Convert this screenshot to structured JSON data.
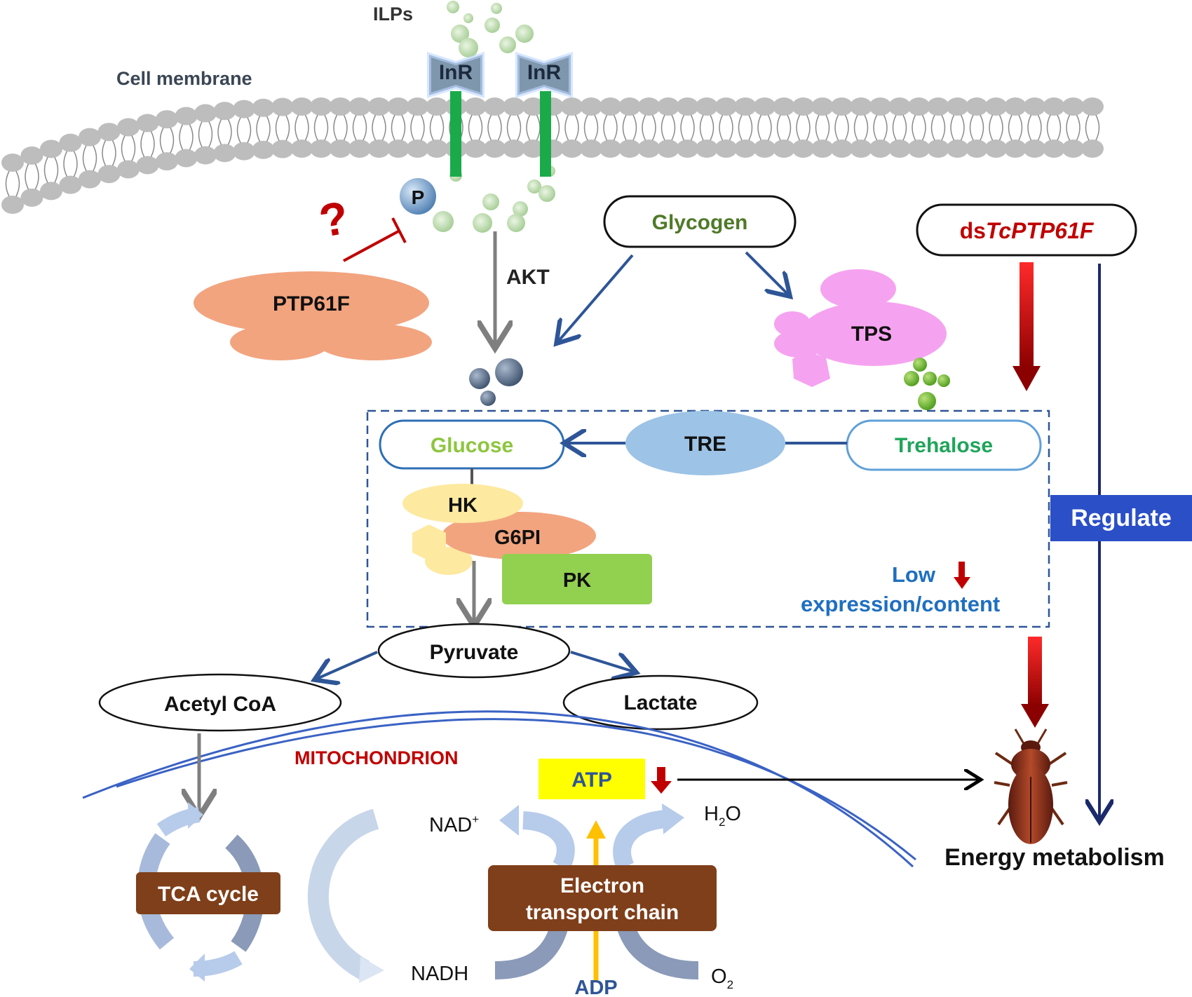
{
  "labels": {
    "ilps": "ILPs",
    "cell_membrane": "Cell membrane",
    "inr_left": "InR",
    "inr_right": "InR",
    "phospho": "P",
    "question": "?",
    "ptp61f": "PTP61F",
    "akt": "AKT",
    "glycogen": "Glycogen",
    "ds_prefix": "ds",
    "ds_gene": "TcPTP61F",
    "tps": "TPS",
    "glucose": "Glucose",
    "tre": "TRE",
    "trehalose": "Trehalose",
    "hk": "HK",
    "g6pi": "G6PI",
    "pk": "PK",
    "regulate": "Regulate",
    "low": "Low",
    "expression_content": "expression/content",
    "pyruvate": "Pyruvate",
    "acetyl_coa": "Acetyl CoA",
    "lactate": "Lactate",
    "mitochondrion": "MITOCHONDRION",
    "atp": "ATP",
    "nad_plus": "NAD",
    "nad_sup": "+",
    "h2o_h": "H",
    "h2o_sub": "2",
    "h2o_o": "O",
    "tca_cycle": "TCA cycle",
    "etc_line1": "Electron",
    "etc_line2": "transport chain",
    "nadh": "NADH",
    "adp": "ADP",
    "o2_o": "O",
    "o2_sub": "2",
    "energy_metabolism": "Energy metabolism"
  },
  "colors": {
    "membrane": "#bdbdbd",
    "receptor_head": "#7f97ad",
    "receptor_stem": "#1aaa4a",
    "ptp61f": "#f2a47f",
    "tps": "#f5a3f0",
    "tre": "#9dc3e6",
    "hk": "#fde9a0",
    "g6pi": "#f2a47f",
    "pk": "#92d050",
    "glucose_text": "#8dc63f",
    "trehalose_text": "#1fa55a",
    "glycogen_text": "#4f7a28",
    "arrow_blue": "#2e5597",
    "arrow_red": "#c00000",
    "regulate_box": "#2b4fc7",
    "atp_box": "#ffff00",
    "brown_box": "#7f3f1a",
    "mito_text": "#c00000",
    "low_text": "#1f6fc0"
  }
}
